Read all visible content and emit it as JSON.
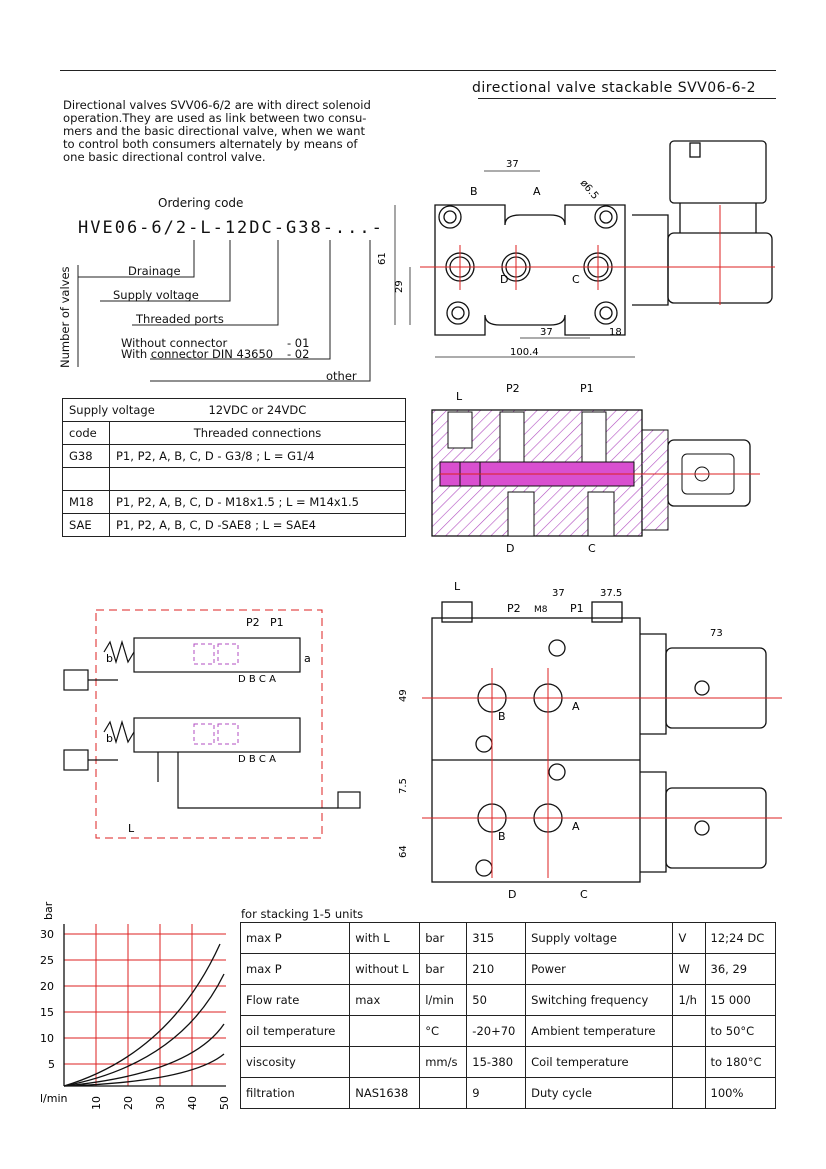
{
  "header": {
    "title": "directional valve stackable SVV06-6-2"
  },
  "intro": {
    "lines": [
      "Directional valves SVV06-6/2 are with direct solenoid",
      "operation.They are used as link between two consu-",
      "mers and the basic directional valve, when we want",
      "to control both consumers alternately by means of",
      "one basic directional control valve."
    ]
  },
  "ordering": {
    "title": "Ordering code",
    "code": "HVE06-6/2-L-12DC-G38-...-",
    "number_of_valves": "Number of valves",
    "drainage": "Drainage",
    "supply_voltage": "Supply voltage",
    "threaded_ports": "Threaded ports",
    "without_connector": "Without connector",
    "without_connector_code": "- 01",
    "with_connector": "With connector DIN 43650",
    "with_connector_code": "- 02",
    "other": "other"
  },
  "voltage_table": {
    "supply_label": "Supply voltage",
    "supply_value": "12VDC or 24VDC",
    "head_code": "code",
    "head_threads": "Threaded connections",
    "rows": [
      {
        "code": "G38",
        "text": "P1, P2, A, B, C, D - G3/8 ; L = G1/4"
      },
      {
        "code": "",
        "text": ""
      },
      {
        "code": "M18",
        "text": "P1, P2, A, B, C, D - M18x1.5 ; L = M14x1.5"
      },
      {
        "code": "SAE",
        "text": "P1, P2, A, B, C, D -SAE8 ; L = SAE4"
      }
    ]
  },
  "top_view": {
    "dim_37": "37",
    "dim_phi": "ø6.5",
    "dim_61": "61",
    "dim_29": "29",
    "dim_37b": "37",
    "dim_18": "18",
    "dim_100": "100.4",
    "port_B": "B",
    "port_A": "A",
    "port_D": "D",
    "port_C": "C"
  },
  "section_view": {
    "L": "L",
    "P2": "P2",
    "P1": "P1",
    "D": "D",
    "C": "C"
  },
  "schematic": {
    "P2": "P2",
    "P1": "P1",
    "a": "a",
    "b": "b",
    "ports": "D B C A",
    "L": "L"
  },
  "stack_view": {
    "L": "L",
    "dim_37": "37",
    "dim_375": "37.5",
    "P2": "P2",
    "M8": "M8",
    "P1": "P1",
    "dim_73": "73",
    "dim_49": "49",
    "dim_75": "7.5",
    "dim_64": "64",
    "B1": "B",
    "A1": "A",
    "B2": "B",
    "A2": "A",
    "D": "D",
    "C": "C"
  },
  "graph": {
    "ylabel": "bar",
    "xlabel": "l/min",
    "yticks": [
      "30",
      "25",
      "20",
      "15",
      "10",
      "5"
    ],
    "xticks": [
      "10",
      "20",
      "30",
      "40",
      "50"
    ]
  },
  "specs": {
    "stacking": "for stacking 1-5 units",
    "rows": [
      [
        "max P",
        "with L",
        "bar",
        "315",
        "Supply voltage",
        "V",
        "12;24 DC"
      ],
      [
        "max P",
        "without L",
        "bar",
        "210",
        "Power",
        "W",
        "36, 29"
      ],
      [
        "Flow rate",
        "max",
        "l/min",
        "50",
        "Switching frequency",
        "1/h",
        "15 000"
      ],
      [
        "oil temperature",
        "",
        "°C",
        "-20+70",
        "Ambient temperature",
        "",
        "to 50°C"
      ],
      [
        "viscosity",
        "",
        "mm/s",
        "15-380",
        "Coil temperature",
        "",
        "to 180°C"
      ],
      [
        "filtration",
        "NAS1638",
        "",
        "9",
        "Duty cycle",
        "",
        "100%"
      ]
    ]
  }
}
